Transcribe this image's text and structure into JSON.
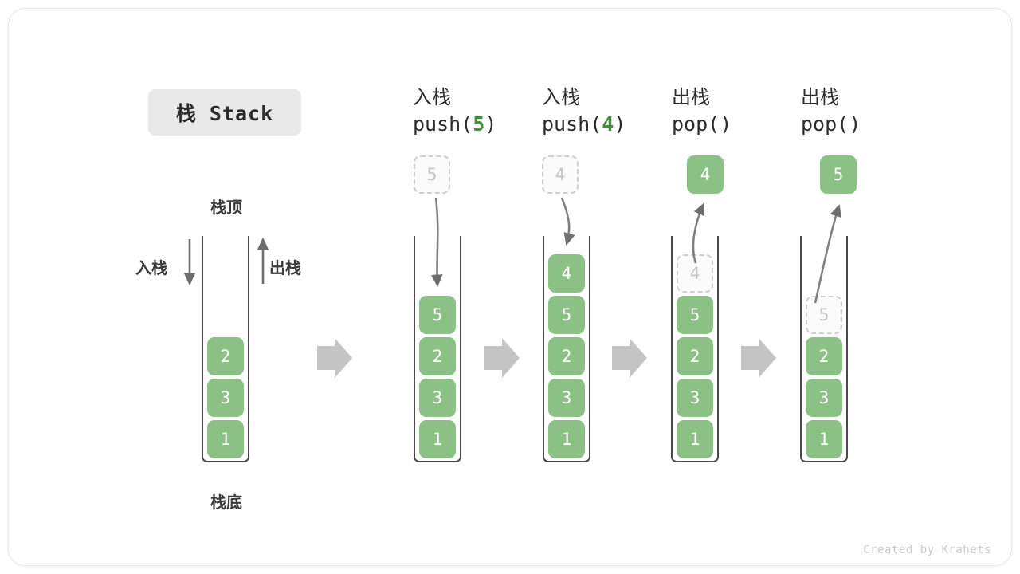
{
  "title_chip": {
    "label": "栈 Stack"
  },
  "credit": "Created by Krahets",
  "labels": {
    "top": "栈顶",
    "bottom": "栈底",
    "push_side": "入栈",
    "pop_side": "出栈"
  },
  "colors": {
    "element_green": "#8cc185",
    "ghost_border": "#cfcfcf",
    "ghost_text": "#c4c4c4",
    "frame": "#4a4a4a",
    "step_arrow": "#c4c4c4",
    "chip_bg": "#e8e8e8",
    "code_accent": "#3f8f3f",
    "text": "#2b2b2b"
  },
  "columns": [
    {
      "id": "initial",
      "head_cn": "",
      "head_code": "",
      "head_code_arg": "",
      "stack": [
        "2",
        "3",
        "1"
      ],
      "floating": null,
      "ghost_in_stack": null
    },
    {
      "id": "push-5",
      "head_cn": "入栈",
      "head_code_prefix": "push(",
      "head_code_arg": "5",
      "head_code_suffix": ")",
      "stack": [
        "5",
        "2",
        "3",
        "1"
      ],
      "floating": {
        "value": "5",
        "style": "ghost"
      },
      "ghost_in_stack": null
    },
    {
      "id": "push-4",
      "head_cn": "入栈",
      "head_code_prefix": "push(",
      "head_code_arg": "4",
      "head_code_suffix": ")",
      "stack": [
        "4",
        "5",
        "2",
        "3",
        "1"
      ],
      "floating": {
        "value": "4",
        "style": "ghost"
      },
      "ghost_in_stack": null
    },
    {
      "id": "pop-1",
      "head_cn": "出栈",
      "head_code_prefix": "pop(",
      "head_code_arg": "",
      "head_code_suffix": ")",
      "stack": [
        "5",
        "2",
        "3",
        "1"
      ],
      "floating": {
        "value": "4",
        "style": "solid"
      },
      "ghost_in_stack": {
        "value": "4"
      }
    },
    {
      "id": "pop-2",
      "head_cn": "出栈",
      "head_code_prefix": "pop(",
      "head_code_arg": "",
      "head_code_suffix": ")",
      "stack": [
        "2",
        "3",
        "1"
      ],
      "floating": {
        "value": "5",
        "style": "solid"
      },
      "ghost_in_stack": {
        "value": "5"
      }
    }
  ],
  "step_arrows": [
    "step-1",
    "step-2",
    "step-3",
    "step-4"
  ]
}
